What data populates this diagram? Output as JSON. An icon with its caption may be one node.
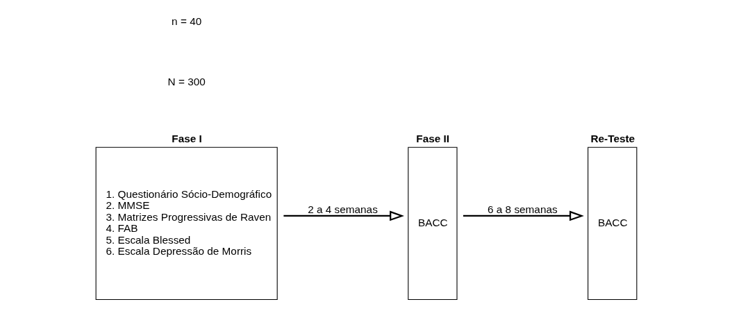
{
  "diagram": {
    "nodes": [
      {
        "text": [
          "Fase I",
          "1. Questionário Sócio-Demográfico",
          "2. MMSE",
          "3. Matrizes Progressivas de Raven",
          "4. FAB",
          "5. Escala Blessed",
          "6. Escala Depressão de Morris"
        ]
      },
      {
        "text": [
          "Fase II",
          "BACC"
        ]
      },
      {
        "text": [
          "Re-Teste",
          "BACC"
        ]
      }
    ],
    "edges": [
      {
        "from": 0,
        "to": 1,
        "arrow": "to",
        "label": "2 a 4 semanas"
      },
      {
        "from": 1,
        "to": 2,
        "arrow": "to",
        "label": "6 a 8 semanas"
      }
    ],
    "labels": [
      "N = 300",
      "n = 40"
    ]
  }
}
